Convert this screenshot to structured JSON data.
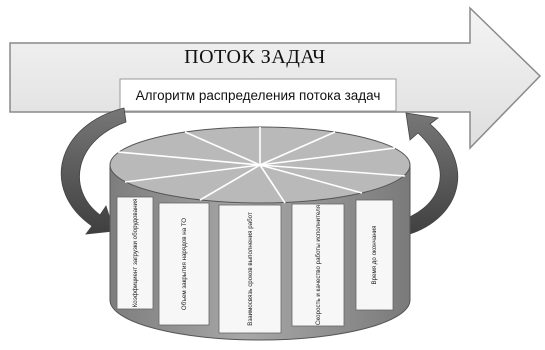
{
  "arrow": {
    "title": "ПОТОК ЗАДАЧ"
  },
  "algorithm": {
    "label": "Алгоритм распределения потока задач"
  },
  "cylinder": {
    "labels": [
      {
        "text": "Коэффициент загрузки оборудования"
      },
      {
        "text": "Объем закрытия нарядов на ТО"
      },
      {
        "text": "Взаимосвязь сроков выполнения работ"
      },
      {
        "text": "Скорость и качество работы исполнителя"
      },
      {
        "text": "Время до окончания"
      }
    ]
  },
  "colors": {
    "arrow_fill": "#e9e9e9",
    "arrow_stroke": "#8a8a8a",
    "cylinder_top": "#b9b9b9",
    "cylinder_side": "#9a9a9a",
    "panel_fill": "#f7f7f7",
    "curved_arrow": "#555555"
  }
}
